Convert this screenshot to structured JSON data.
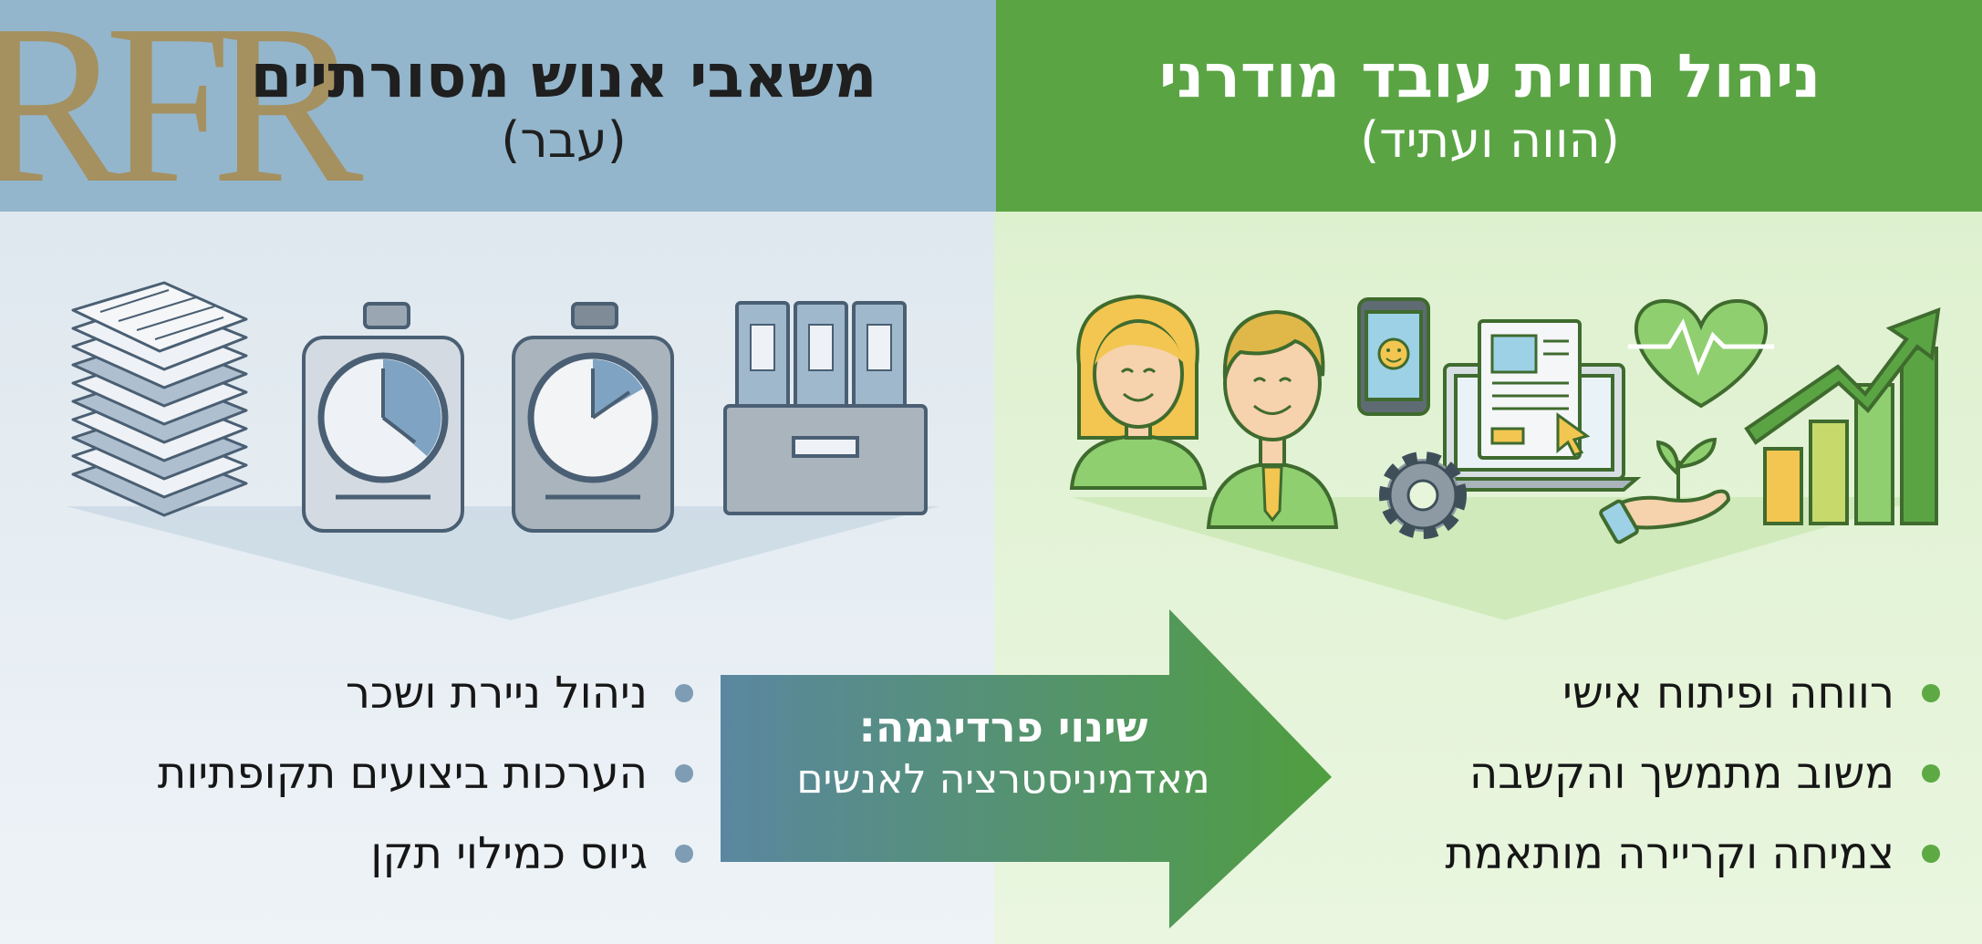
{
  "logo": {
    "text": "RFR"
  },
  "left_panel": {
    "title": "משאבי אנוש מסורתיים",
    "subtitle": "(עבר)",
    "items": [
      "ניהול ניירת ושכר",
      "הערכות ביצועים תקופתיות",
      "גיוס כמילוי תקן"
    ]
  },
  "right_panel": {
    "title": "ניהול חווית עובד מודרני",
    "subtitle": "(הווה ועתיד)",
    "items": [
      "רווחה ופיתוח אישי",
      "משוב מתמשך והקשבה",
      "צמיחה וקריירה מותאמת"
    ]
  },
  "center_arrow": {
    "title": "שינוי פרדיגמה:",
    "subtitle": "מאדמיניסטרציה לאנשים"
  },
  "icons": {
    "left": [
      "paper-stack-icon",
      "stopwatch-icon",
      "stopwatch-icon",
      "file-cabinet-icon"
    ],
    "right": [
      "woman-avatar-icon",
      "man-avatar-icon",
      "smartphone-icon",
      "laptop-document-icon",
      "gear-icon",
      "heart-pulse-icon",
      "plant-hand-icon",
      "growth-chart-icon"
    ]
  },
  "colors": {
    "left_header": "#93b6cc",
    "left_body": "#e8eef3",
    "right_header": "#5aa444",
    "right_body": "#e7f5da",
    "arrow_start": "#5a87a0",
    "arrow_end": "#4f9e3f"
  }
}
